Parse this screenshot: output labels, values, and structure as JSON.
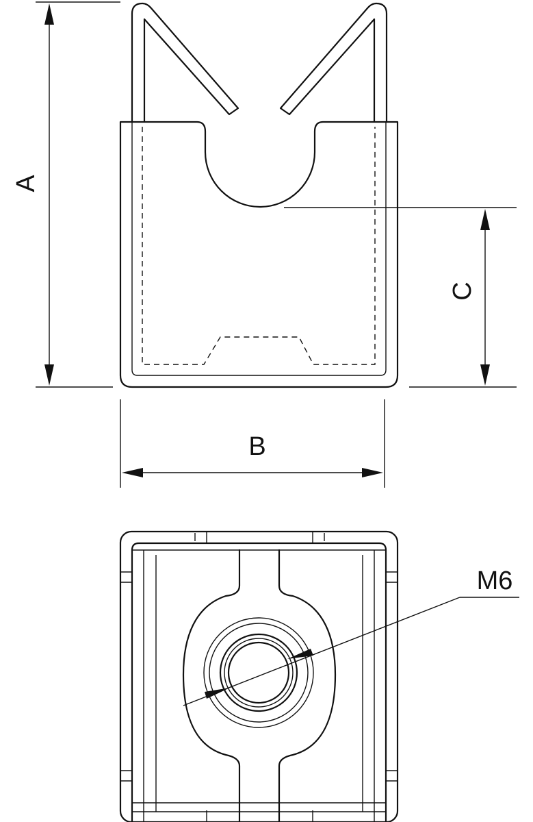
{
  "labels": {
    "dim_a": "A",
    "dim_b": "B",
    "dim_c": "C",
    "thread": "M6"
  }
}
